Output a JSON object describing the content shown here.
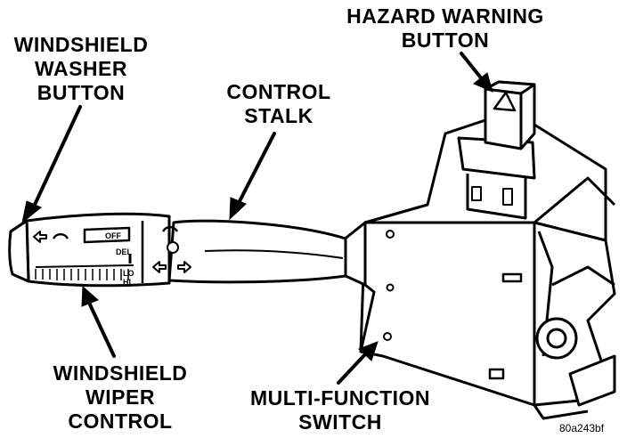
{
  "labels": {
    "washer_button": [
      "WINDSHIELD",
      "WASHER",
      "BUTTON"
    ],
    "control_stalk": [
      "CONTROL",
      "STALK"
    ],
    "hazard_button": [
      "HAZARD WARNING",
      "BUTTON"
    ],
    "wiper_control": [
      "WINDSHIELD",
      "WIPER",
      "CONTROL"
    ],
    "multifunction_switch": [
      "MULTI-FUNCTION",
      "SWITCH"
    ]
  },
  "stalk_markings": {
    "off": "OFF",
    "delay": "DEL",
    "lo": "LO",
    "hi": "HI"
  },
  "figure_id": "80a243bf"
}
